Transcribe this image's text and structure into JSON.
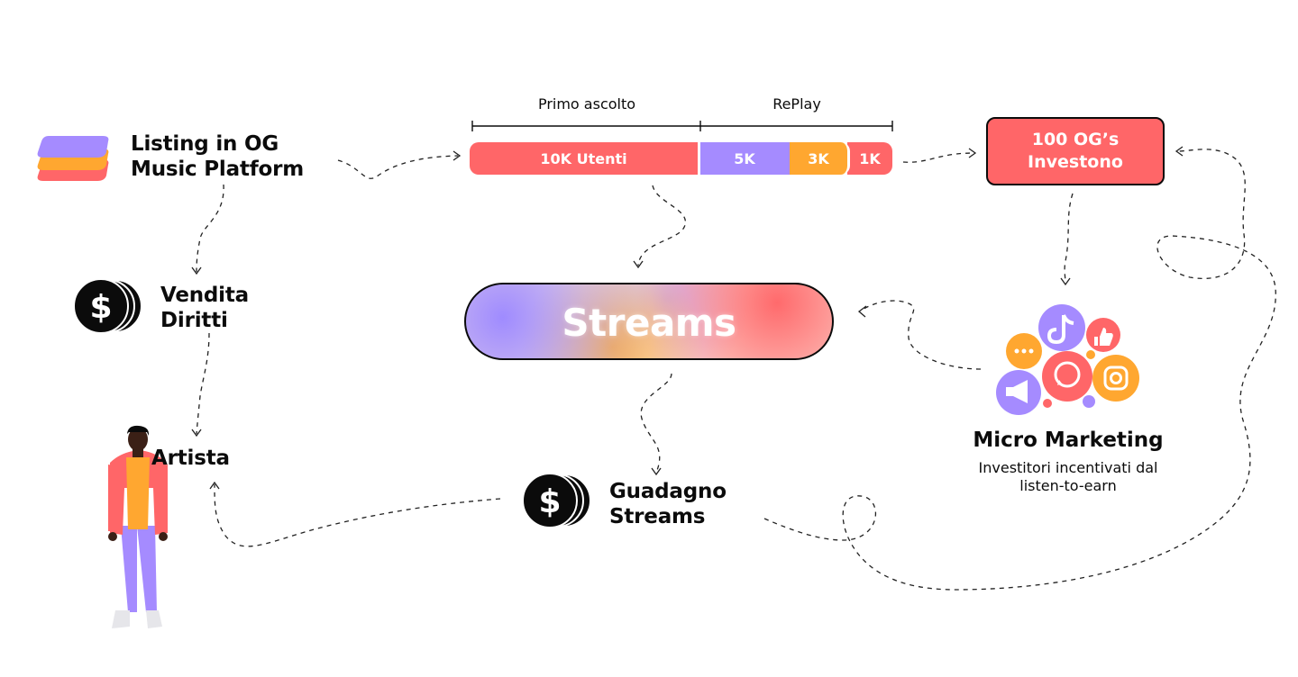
{
  "listing": {
    "line1": "Listing in OG",
    "line2": "Music Platform"
  },
  "vendita": {
    "line1": "Vendita",
    "line2": "Diritti"
  },
  "artista": {
    "label": "Artista"
  },
  "timeline": {
    "primo_label": "Primo ascolto",
    "replay_label": "RePlay",
    "segments": [
      {
        "label": "10K Utenti",
        "color": "#ff6668"
      },
      {
        "label": "5K",
        "color": "#a58bff"
      },
      {
        "label": "3K",
        "color": "#ffa730"
      },
      {
        "label": "1K",
        "color": "#ff6668"
      }
    ]
  },
  "invest": {
    "line1": "100 OG’s",
    "line2": "Investono"
  },
  "streams": {
    "label": "Streams"
  },
  "guadagno": {
    "line1": "Guadagno",
    "line2": "Streams"
  },
  "micro": {
    "title": "Micro Marketing",
    "sub1": "Investitori incentivati dal",
    "sub2": "listen-to-earn"
  },
  "colors": {
    "coral": "#ff6668",
    "purple": "#a58bff",
    "orange": "#ffa730",
    "ink": "#0b0b0b"
  }
}
